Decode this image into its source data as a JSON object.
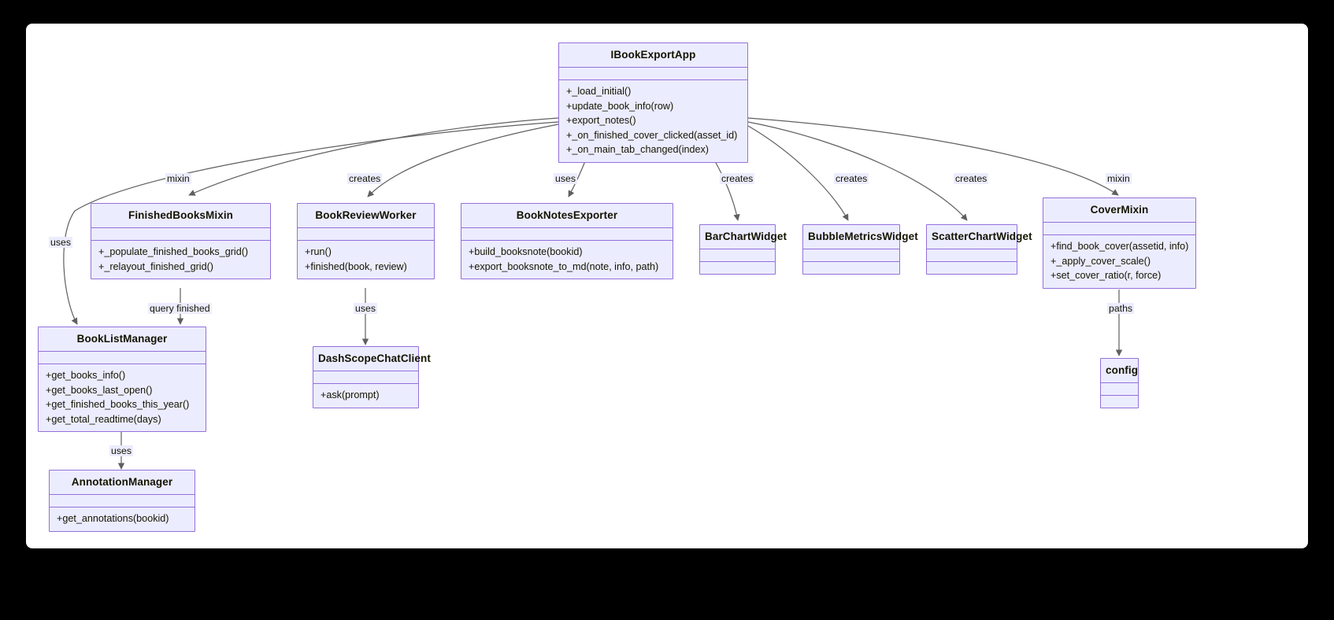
{
  "diagram": {
    "type": "uml-class-diagram",
    "background": "#000000",
    "sheet_color": "#ffffff",
    "node_fill": "#ececff",
    "node_stroke": "#9370db",
    "edge_stroke": "#666666",
    "nodes": [
      {
        "id": "IBookExportApp",
        "title": "IBookExportApp",
        "attributes": [],
        "methods": [
          "+_load_initial()",
          "+update_book_info(row)",
          "+export_notes()",
          "+_on_finished_cover_clicked(asset_id)",
          "+_on_main_tab_changed(index)"
        ]
      },
      {
        "id": "FinishedBooksMixin",
        "title": "FinishedBooksMixin",
        "attributes": [],
        "methods": [
          "+_populate_finished_books_grid()",
          "+_relayout_finished_grid()"
        ]
      },
      {
        "id": "BookReviewWorker",
        "title": "BookReviewWorker",
        "attributes": [],
        "methods": [
          "+run()",
          "+finished(book, review)"
        ]
      },
      {
        "id": "BookNotesExporter",
        "title": "BookNotesExporter",
        "attributes": [],
        "methods": [
          "+build_booksnote(bookid)",
          "+export_booksnote_to_md(note, info, path)"
        ]
      },
      {
        "id": "BarChartWidget",
        "title": "BarChartWidget",
        "attributes": [],
        "methods": []
      },
      {
        "id": "BubbleMetricsWidget",
        "title": "BubbleMetricsWidget",
        "attributes": [],
        "methods": []
      },
      {
        "id": "ScatterChartWidget",
        "title": "ScatterChartWidget",
        "attributes": [],
        "methods": []
      },
      {
        "id": "CoverMixin",
        "title": "CoverMixin",
        "attributes": [],
        "methods": [
          "+find_book_cover(assetid, info)",
          "+_apply_cover_scale()",
          "+set_cover_ratio(r, force)"
        ]
      },
      {
        "id": "BookListManager",
        "title": "BookListManager",
        "attributes": [],
        "methods": [
          "+get_books_info()",
          "+get_books_last_open()",
          "+get_finished_books_this_year()",
          "+get_total_readtime(days)"
        ]
      },
      {
        "id": "DashScopeChatClient",
        "title": "DashScopeChatClient",
        "attributes": [],
        "methods": [
          "+ask(prompt)"
        ]
      },
      {
        "id": "AnnotationManager",
        "title": "AnnotationManager",
        "attributes": [],
        "methods": [
          "+get_annotations(bookid)"
        ]
      },
      {
        "id": "config",
        "title": "config",
        "attributes": [],
        "methods": []
      }
    ],
    "edges": [
      {
        "from": "IBookExportApp",
        "to": "FinishedBooksMixin",
        "label": "mixin"
      },
      {
        "from": "IBookExportApp",
        "to": "BookListManager",
        "label": "uses"
      },
      {
        "from": "IBookExportApp",
        "to": "BookReviewWorker",
        "label": "creates"
      },
      {
        "from": "IBookExportApp",
        "to": "BookNotesExporter",
        "label": "uses"
      },
      {
        "from": "IBookExportApp",
        "to": "BarChartWidget",
        "label": "creates"
      },
      {
        "from": "IBookExportApp",
        "to": "BubbleMetricsWidget",
        "label": "creates"
      },
      {
        "from": "IBookExportApp",
        "to": "ScatterChartWidget",
        "label": "creates"
      },
      {
        "from": "IBookExportApp",
        "to": "CoverMixin",
        "label": "mixin"
      },
      {
        "from": "FinishedBooksMixin",
        "to": "BookListManager",
        "label": "query finished"
      },
      {
        "from": "BookReviewWorker",
        "to": "DashScopeChatClient",
        "label": "uses"
      },
      {
        "from": "BookListManager",
        "to": "AnnotationManager",
        "label": "uses"
      },
      {
        "from": "CoverMixin",
        "to": "config",
        "label": "paths"
      }
    ]
  }
}
